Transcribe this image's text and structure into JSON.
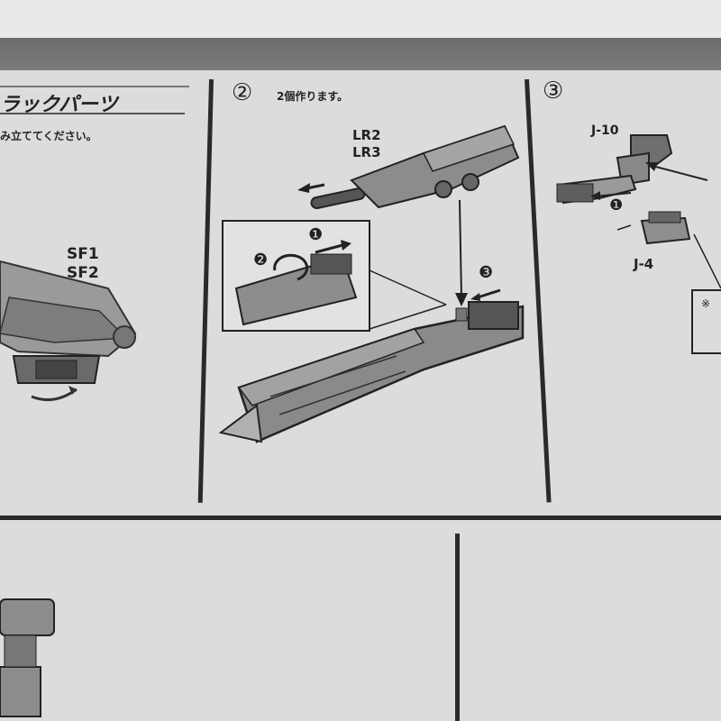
{
  "panel1": {
    "heading": "ラックパーツ",
    "instruction": "み立ててください。",
    "part_label_1": "SF1",
    "part_label_2": "SF2"
  },
  "panel2": {
    "step_number": "②",
    "instruction": "2個作ります。",
    "part_label_1": "LR2",
    "part_label_2": "LR3",
    "callouts": [
      "❶",
      "❷",
      "❸"
    ]
  },
  "panel3": {
    "step_number": "③",
    "part_label_top": "J-10",
    "part_label_bottom": "J-4",
    "callout": "❶",
    "note_mark": "※"
  },
  "colors": {
    "paper": "#dcdcdc",
    "ink": "#222222",
    "part_gray": "#8c8c8c",
    "dark_band": "#6e6e6e"
  }
}
